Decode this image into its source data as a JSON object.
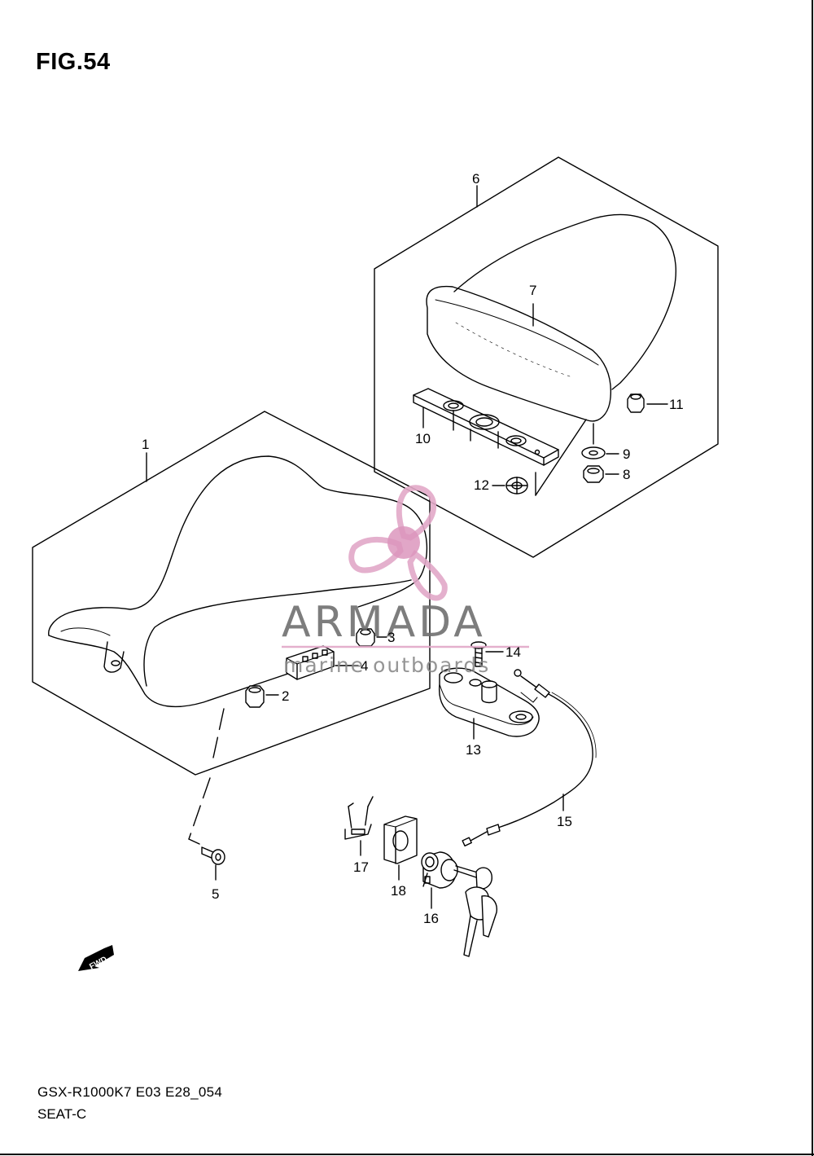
{
  "figure": {
    "title": "FIG.54"
  },
  "footer": {
    "model_code": "GSX-R1000K7 E03 E28_054",
    "section": "SEAT-C"
  },
  "watermark": {
    "brand": "ARMADA",
    "tagline": "marine outboards",
    "logo_color": "#e2a8c8",
    "logo_dark": "#d88bb6"
  },
  "direction_marker": "FWD",
  "part_labels": [
    "1",
    "2",
    "3",
    "4",
    "5",
    "6",
    "7",
    "8",
    "9",
    "10",
    "11",
    "12",
    "13",
    "14",
    "15",
    "16",
    "17",
    "18"
  ]
}
